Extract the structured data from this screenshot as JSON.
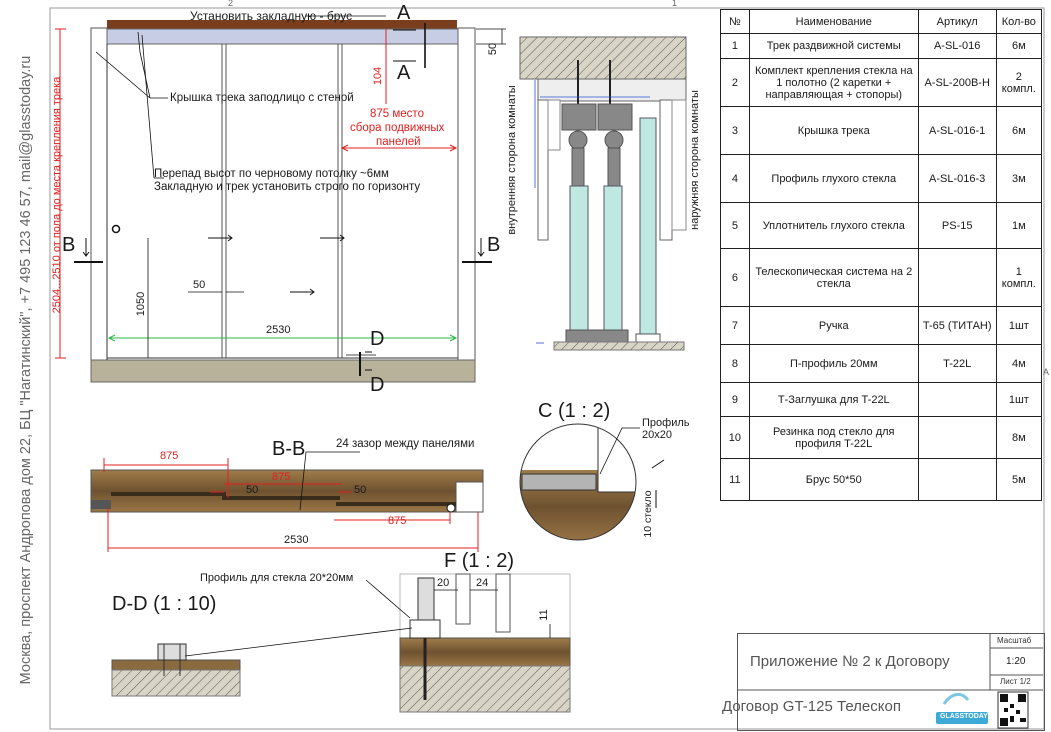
{
  "frame": {
    "side_text": "Москва, проспект Андропова дом 22, БЦ \"Нагатинский\", +7 495 123 46 57, mail@glasstoday.ru",
    "top_numbers": [
      "2",
      "1"
    ],
    "edge_letter": "A"
  },
  "front_view": {
    "notes": {
      "install_beam": "Установить закладную - брус",
      "track_cover": "Крышка трека заподлицо с стеной",
      "ceiling_note_line1": "Перепад высот по черновому потолку ~6мм",
      "ceiling_note_line2": "Закладную и трек установить строго по горизонту",
      "assembly_line1": "875 место",
      "assembly_line2": "сбора подвижных",
      "assembly_line3": "панелей",
      "height_dim": "2504...2510 от пола до места крепления трека"
    },
    "dims": {
      "d50_top": "50",
      "d104": "104",
      "d1050": "1050",
      "d50_gap": "50",
      "d2530": "2530"
    },
    "section_marks": {
      "A": "A",
      "B": "B",
      "D": "D"
    }
  },
  "section_bb": {
    "title": "B-B",
    "gap_note": "24 зазор между панелями",
    "dims": {
      "d875_a": "875",
      "d875_b": "875",
      "d875_c": "875",
      "d50_a": "50",
      "d50_b": "50",
      "d2530": "2530"
    }
  },
  "section_aa": {
    "inner_side": "внутренняя сторона комнаты",
    "outer_side": "наружняя сторона комнаты"
  },
  "detail_c": {
    "title": "C (1 : 2)",
    "profile_line1": "Профиль",
    "profile_line2": "20x20",
    "glass": "10 стекло"
  },
  "detail_f": {
    "title": "F (1 : 2)",
    "profile_note": "Профиль для стекла 20*20мм",
    "dims": {
      "d20": "20",
      "d24": "24",
      "d11": "11"
    }
  },
  "detail_dd": {
    "title": "D-D (1 : 10)"
  },
  "spec_table": {
    "headers": [
      "№",
      "Наименование",
      "Артикул",
      "Кол-во"
    ],
    "rows": [
      {
        "n": "1",
        "name": "Трек раздвижной системы",
        "art": "A-SL-016",
        "qty": "6м"
      },
      {
        "n": "2",
        "name": "Комплект крепления стекла на 1 полотно (2 каретки + направляющая + стопоры)",
        "art": "A-SL-200B-H",
        "qty": "2 компл."
      },
      {
        "n": "3",
        "name": "Крышка трека",
        "art": "A-SL-016-1",
        "qty": "6м"
      },
      {
        "n": "4",
        "name": "Профиль глухого стекла",
        "art": "A-SL-016-3",
        "qty": "3м"
      },
      {
        "n": "5",
        "name": "Уплотнитель глухого стекла",
        "art": "PS-15",
        "qty": "1м"
      },
      {
        "n": "6",
        "name": "Телескопическая система на 2 стекла",
        "art": "",
        "qty": "1 компл."
      },
      {
        "n": "7",
        "name": "Ручка",
        "art": "T-65 (ТИТАН)",
        "qty": "1шт"
      },
      {
        "n": "8",
        "name": "П-профиль 20мм",
        "art": "T-22L",
        "qty": "4м"
      },
      {
        "n": "9",
        "name": "Т-Заглушка для T-22L",
        "art": "",
        "qty": "1шт"
      },
      {
        "n": "10",
        "name": "Резинка под стекло для профиля T-22L",
        "art": "",
        "qty": "8м"
      },
      {
        "n": "11",
        "name": "Брус 50*50",
        "art": "",
        "qty": "5м"
      }
    ]
  },
  "title_block": {
    "appendix": "Приложение № 2 к Договору",
    "scale_label": "Масштаб",
    "scale": "1:20",
    "sheet": "Лист 1/2",
    "contract": "Договор GT-125 Телескоп",
    "logo_text": "GLASSTODAY"
  },
  "colors": {
    "dim_red": "#e02020",
    "wood": "#8a6a3f",
    "floor": "#b8b29b",
    "glass": "#bfe8e0",
    "track": "#c8cde6"
  }
}
